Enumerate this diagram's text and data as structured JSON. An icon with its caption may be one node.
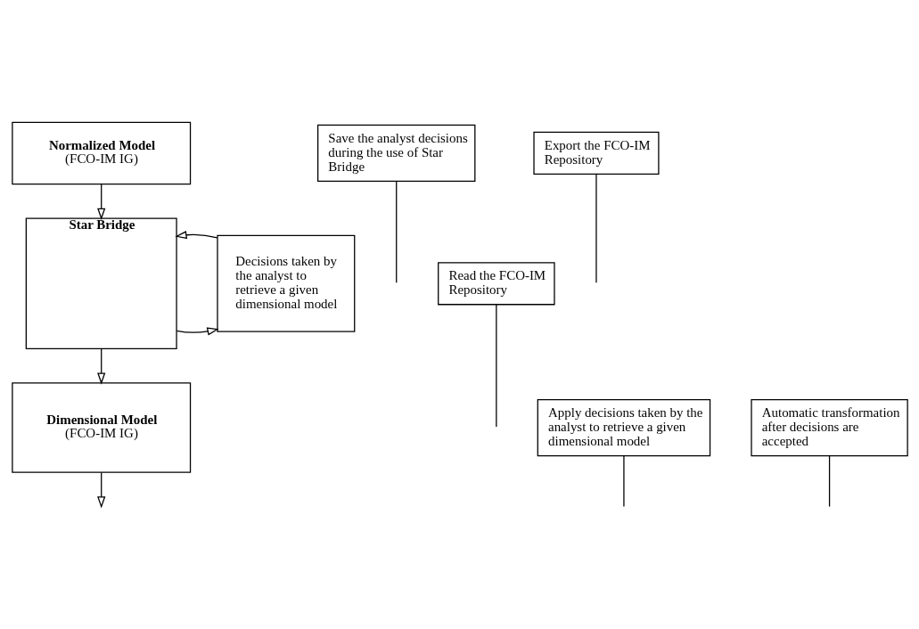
{
  "diagram": {
    "nodes": [
      {
        "text": [
          "Normalized Model",
          "(FCO-IM IG)"
        ]
      },
      {
        "text": [
          "Star Bridge"
        ]
      },
      {
        "text": [
          "Decisions taken by the analyst to retrieve a given dimensional model"
        ]
      },
      {
        "text": [
          "Dimensional Model",
          "(FCO-IM IG)"
        ]
      },
      {
        "text": [
          "Save the analyst decisions during the use of Star Bridge"
        ]
      },
      {
        "text": [
          "Read the FCO-IM Repository"
        ]
      },
      {
        "text": [
          "Apply decisions taken by the analyst to retrieve a given dimensional model"
        ]
      },
      {
        "text": [
          "Automatic transformation after decisions are accepted"
        ]
      },
      {
        "text": [
          "Export the FCO-IM Repository"
        ]
      }
    ],
    "edges": [
      {
        "from": 0,
        "to": 1,
        "arrow": "to"
      },
      {
        "from": 1,
        "to": 2,
        "arrow": "to"
      },
      {
        "from": 2,
        "to": 1,
        "arrow": "to"
      },
      {
        "from": 1,
        "to": 3,
        "arrow": "to"
      },
      {
        "from": 3,
        "to": null,
        "arrow": "to"
      },
      {
        "from": 4,
        "to": null,
        "arrow": "none"
      },
      {
        "from": 5,
        "to": null,
        "arrow": "none"
      },
      {
        "from": 6,
        "to": null,
        "arrow": "none"
      },
      {
        "from": 7,
        "to": null,
        "arrow": "none"
      },
      {
        "from": 8,
        "to": null,
        "arrow": "none"
      }
    ]
  }
}
